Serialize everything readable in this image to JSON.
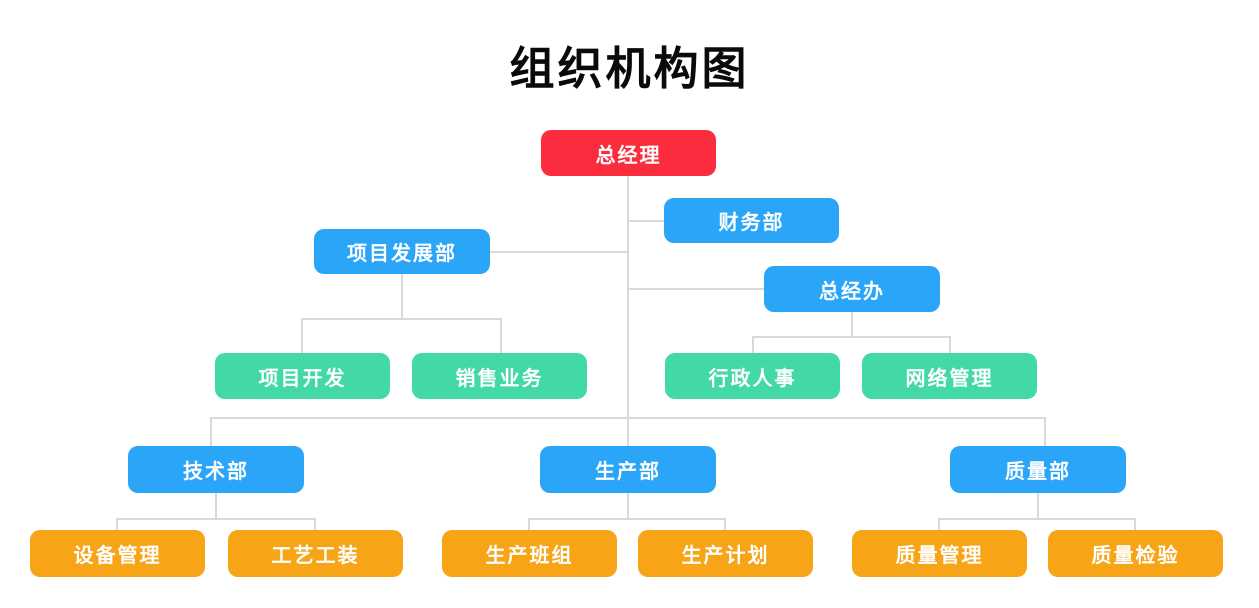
{
  "title": "组织机构图",
  "palette": {
    "root": "#fa2c3e",
    "department": "#2aa5f7",
    "sub_unit": "#42d9a4",
    "leaf_unit": "#f7a416",
    "connector": "#d9d9d9",
    "title_text": "#0a0a0a",
    "node_text": "#ffffff",
    "background": "#ffffff"
  },
  "nodes": {
    "general_manager": {
      "label": "总经理",
      "color": "#fa2c3e",
      "level": "root"
    },
    "finance_dept": {
      "label": "财务部",
      "color": "#2aa5f7",
      "level": "department"
    },
    "project_dev_dept": {
      "label": "项目发展部",
      "color": "#2aa5f7",
      "level": "department"
    },
    "gm_office": {
      "label": "总经办",
      "color": "#2aa5f7",
      "level": "department"
    },
    "project_dev": {
      "label": "项目开发",
      "color": "#42d9a4",
      "level": "sub_unit"
    },
    "sales_business": {
      "label": "销售业务",
      "color": "#42d9a4",
      "level": "sub_unit"
    },
    "admin_hr": {
      "label": "行政人事",
      "color": "#42d9a4",
      "level": "sub_unit"
    },
    "network_mgmt": {
      "label": "网络管理",
      "color": "#42d9a4",
      "level": "sub_unit"
    },
    "tech_dept": {
      "label": "技术部",
      "color": "#2aa5f7",
      "level": "department"
    },
    "production_dept": {
      "label": "生产部",
      "color": "#2aa5f7",
      "level": "department"
    },
    "quality_dept": {
      "label": "质量部",
      "color": "#2aa5f7",
      "level": "department"
    },
    "equipment_mgmt": {
      "label": "设备管理",
      "color": "#f7a416",
      "level": "leaf_unit"
    },
    "process_tooling": {
      "label": "工艺工装",
      "color": "#f7a416",
      "level": "leaf_unit"
    },
    "production_team": {
      "label": "生产班组",
      "color": "#f7a416",
      "level": "leaf_unit"
    },
    "production_planning": {
      "label": "生产计划",
      "color": "#f7a416",
      "level": "leaf_unit"
    },
    "quality_mgmt": {
      "label": "质量管理",
      "color": "#f7a416",
      "level": "leaf_unit"
    },
    "quality_inspection": {
      "label": "质量检验",
      "color": "#f7a416",
      "level": "leaf_unit"
    }
  },
  "hierarchy": {
    "总经理": [
      "财务部",
      "项目发展部",
      "总经办",
      "技术部",
      "生产部",
      "质量部"
    ],
    "项目发展部": [
      "项目开发",
      "销售业务"
    ],
    "总经办": [
      "行政人事",
      "网络管理"
    ],
    "技术部": [
      "设备管理",
      "工艺工装"
    ],
    "生产部": [
      "生产班组",
      "生产计划"
    ],
    "质量部": [
      "质量管理",
      "质量检验"
    ]
  }
}
